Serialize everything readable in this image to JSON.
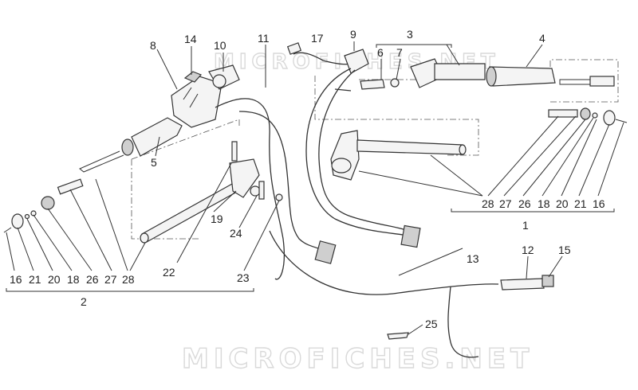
{
  "diagram": {
    "watermark_top": "MICROFICHES.NET",
    "watermark_bottom": "MICROFICHES.NET",
    "labels": {
      "l1": "1",
      "l2": "2",
      "l3": "3",
      "l4": "4",
      "l5": "5",
      "l6": "6",
      "l7": "7",
      "l8": "8",
      "l9": "9",
      "l10": "10",
      "l11": "11",
      "l12": "12",
      "l13": "13",
      "l14": "14",
      "l15": "15",
      "l17": "17",
      "l19": "19",
      "l22": "22",
      "l23": "23",
      "l24": "24",
      "l25": "25",
      "left_16": "16",
      "left_21": "21",
      "left_20": "20",
      "left_18": "18",
      "left_26": "26",
      "left_27": "27",
      "left_28": "28",
      "right_28": "28",
      "right_27": "27",
      "right_26": "26",
      "right_18": "18",
      "right_20": "20",
      "right_21": "21",
      "right_16": "16"
    }
  }
}
